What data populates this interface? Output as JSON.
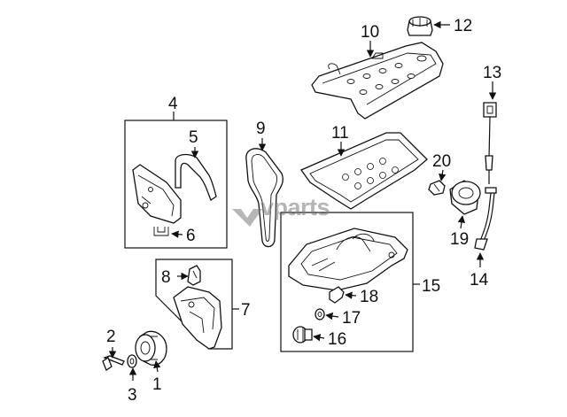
{
  "watermark": "vparts",
  "callouts": {
    "c1": "1",
    "c2": "2",
    "c3": "3",
    "c4": "4",
    "c5": "5",
    "c6": "6",
    "c7": "7",
    "c8": "8",
    "c9": "9",
    "c10": "10",
    "c11": "11",
    "c12": "12",
    "c13": "13",
    "c14": "14",
    "c15": "15",
    "c16": "16",
    "c17": "17",
    "c18": "18",
    "c19": "19",
    "c20": "20"
  }
}
